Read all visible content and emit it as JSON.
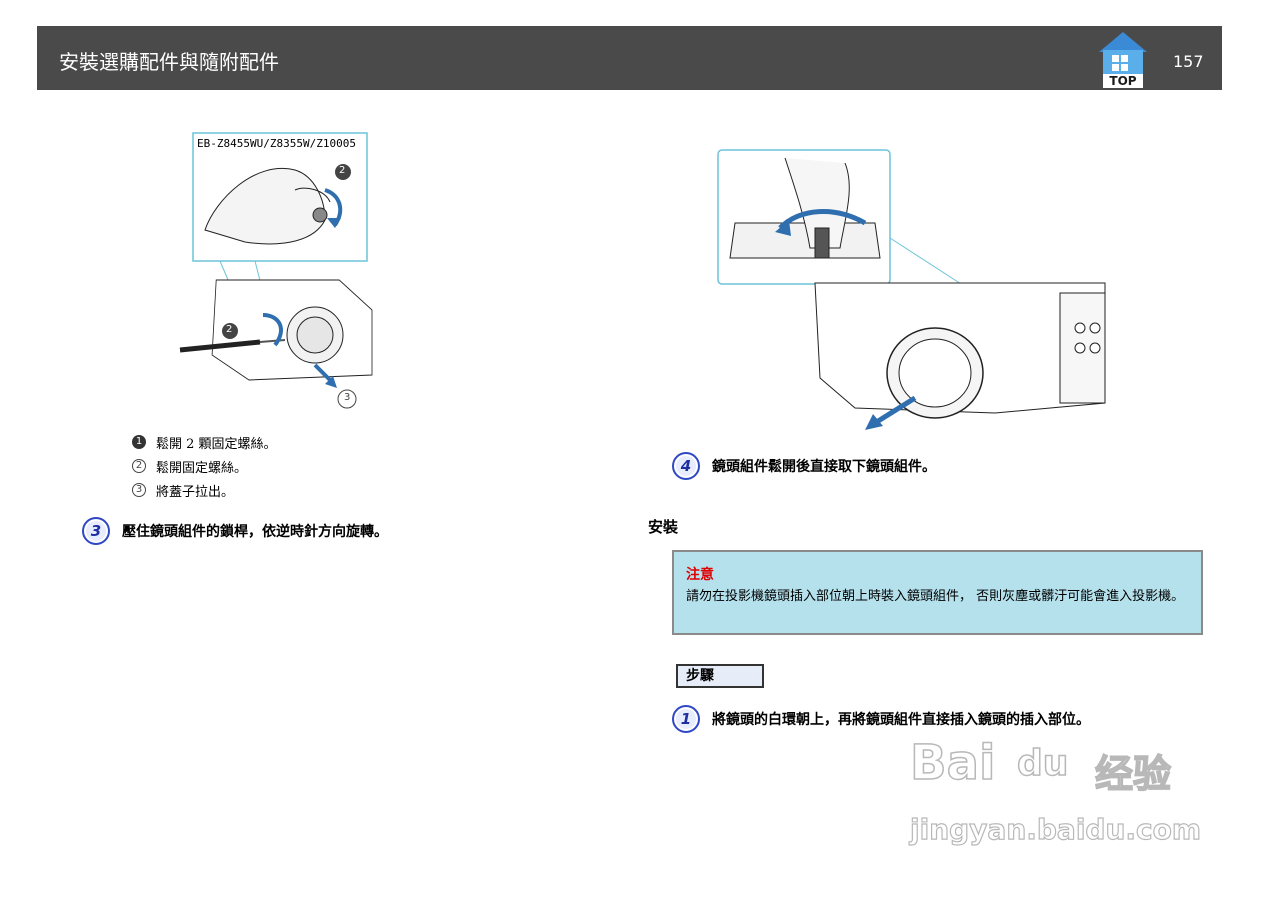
{
  "header": {
    "title": "安裝選購配件與隨附配件",
    "top_label": "TOP",
    "page_number": "157"
  },
  "figure_left": {
    "model_label": "EB-Z8455WU/Z8355W/Z10005",
    "callouts": [
      "2",
      "2",
      "3"
    ]
  },
  "sub_steps": [
    {
      "num": "1",
      "text": "鬆開 2 顆固定螺絲。"
    },
    {
      "num": "2",
      "text": "鬆開固定螺絲。"
    },
    {
      "num": "3",
      "text": "將蓋子拉出。"
    }
  ],
  "step3": {
    "num": "3",
    "text": "壓住鏡頭組件的鎖桿，依逆時針方向旋轉。"
  },
  "step4": {
    "num": "4",
    "text": "鏡頭組件鬆開後直接取下鏡頭組件。"
  },
  "install_section": {
    "title": "安裝"
  },
  "caution": {
    "title": "注意",
    "body": "請勿在投影機鏡頭插入部位朝上時裝入鏡頭組件， 否則灰塵或髒汙可能會進入投影機。"
  },
  "procedure_label": "步驟",
  "step1": {
    "num": "1",
    "text": "將鏡頭的白環朝上，再將鏡頭組件直接插入鏡頭的插入部位。"
  },
  "watermark": {
    "line1": "Bai",
    "line1b": "du",
    "line1c": "经验",
    "line2": "jingyan.baidu.com"
  },
  "colors": {
    "header_bg": "#4a4a4a",
    "accent_blue": "#2f49c4",
    "caution_bg": "#b4e1ec",
    "caution_title": "#e00000"
  }
}
